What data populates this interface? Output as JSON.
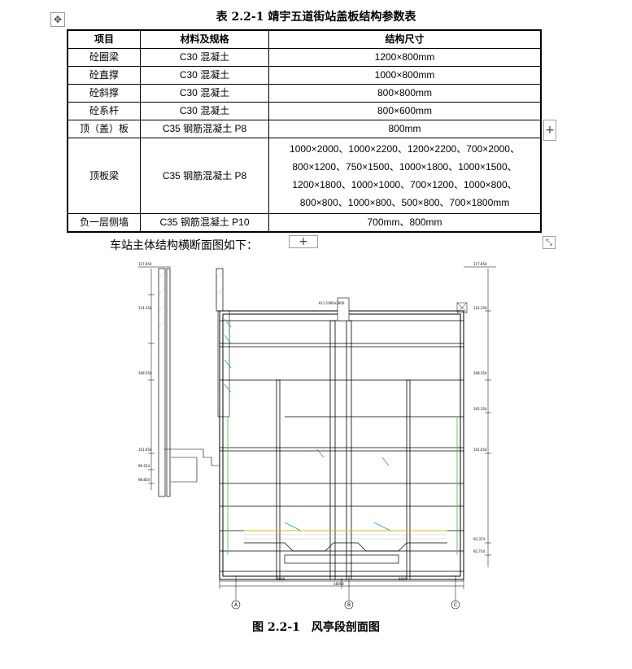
{
  "table_caption": "表 2.2-1 靖宇五道街站盖板结构参数表",
  "table": {
    "headers": [
      "项目",
      "材料及规格",
      "结构尺寸"
    ],
    "rows": [
      {
        "item": "砼圈梁",
        "material": "C30 混凝土",
        "size": [
          "1200×800mm"
        ]
      },
      {
        "item": "砼直撑",
        "material": "C30 混凝土",
        "size": [
          "1000×800mm"
        ]
      },
      {
        "item": "砼斜撑",
        "material": "C30 混凝土",
        "size": [
          "800×800mm"
        ]
      },
      {
        "item": "砼系杆",
        "material": "C30 混凝土",
        "size": [
          "800×600mm"
        ]
      },
      {
        "item": "顶（盖）板",
        "material": "C35 钢筋混凝土 P8",
        "size": [
          "800mm"
        ]
      },
      {
        "item": "顶板梁",
        "material": "C35 钢筋混凝土 P8",
        "size": [
          "1000×2000、1000×2200、1200×2200、700×2000、",
          "800×1200、750×1500、1000×1800、1000×1500、",
          "1200×1800、1000×1000、700×1200、1000×800、",
          "800×800、1000×800、500×800、700×1800mm"
        ]
      },
      {
        "item": "负一层侧墙",
        "material": "C35 钢筋混凝土 P10",
        "size": [
          "700mm、800mm"
        ]
      }
    ]
  },
  "intro_text": "车站主体结构横断面图如下：",
  "figure_caption": "图 2.2-1　风亭段剖面图",
  "drawing": {
    "axis_labels": [
      "A",
      "B",
      "C"
    ],
    "elevations_left": [
      "117.854",
      "114.354",
      "108.354",
      "101.654",
      "99.254",
      "98.854"
    ],
    "elevations_right": [
      "117.854",
      "114.354",
      "108.354",
      "105.354",
      "101.654",
      "93.374",
      "92.734"
    ],
    "total_width_label": "18000",
    "bay_width_labels": [
      "9000",
      "9000"
    ],
    "center_beam_label": "KL1 1000x2000",
    "ui": {
      "move_icon": "✥",
      "add_icon": "+",
      "resize_icon": "⤡"
    }
  }
}
